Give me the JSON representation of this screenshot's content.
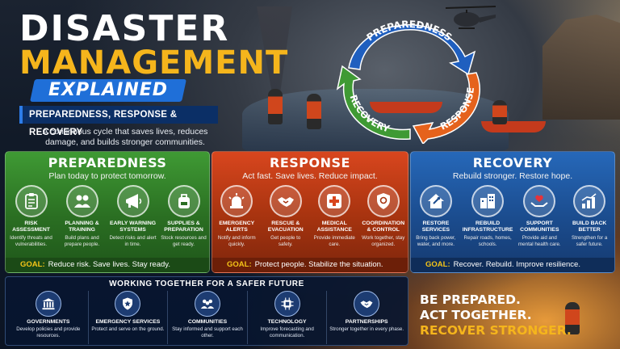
{
  "title": {
    "line1": "DISASTER",
    "line2": "MANAGEMENT",
    "badge": "EXPLAINED",
    "subtitle": "PREPAREDNESS, RESPONSE & RECOVERY",
    "tagline": "A continuous cycle that saves lives, reduces damage, and builds stronger communities."
  },
  "cycle": {
    "preparedness": "PREPAREDNESS",
    "response": "RESPONSE",
    "recovery": "RECOVERY",
    "colors": {
      "preparedness": "#1f5fbf",
      "response": "#e5621c",
      "recovery": "#3f9a34"
    }
  },
  "panels": [
    {
      "id": "preparedness",
      "heading": "PREPAREDNESS",
      "sub": "Plan today to protect tomorrow.",
      "color": "#3f9a34",
      "items": [
        {
          "label": "RISK ASSESSMENT",
          "desc": "Identify threats and vulnerabilities.",
          "icon": "clipboard-icon"
        },
        {
          "label": "PLANNING & TRAINING",
          "desc": "Build plans and prepare people.",
          "icon": "people-icon"
        },
        {
          "label": "EARLY WARNING SYSTEMS",
          "desc": "Detect risks and alert in time.",
          "icon": "megaphone-icon"
        },
        {
          "label": "SUPPLIES & PREPARATION",
          "desc": "Stock resources and get ready.",
          "icon": "backpack-icon"
        }
      ],
      "goal_label": "GOAL:",
      "goal": "Reduce risk. Save lives. Stay ready."
    },
    {
      "id": "response",
      "heading": "RESPONSE",
      "sub": "Act fast. Save lives. Reduce impact.",
      "color": "#d8461e",
      "items": [
        {
          "label": "EMERGENCY ALERTS",
          "desc": "Notify and inform quickly.",
          "icon": "siren-icon"
        },
        {
          "label": "RESCUE & EVACUATION",
          "desc": "Get people to safety.",
          "icon": "handshake-icon"
        },
        {
          "label": "MEDICAL ASSISTANCE",
          "desc": "Provide immediate care.",
          "icon": "medical-cross-icon"
        },
        {
          "label": "COORDINATION & CONTROL",
          "desc": "Work together, stay organized.",
          "icon": "shield-icon"
        }
      ],
      "goal_label": "GOAL:",
      "goal": "Protect people. Stabilize the situation."
    },
    {
      "id": "recovery",
      "heading": "RECOVERY",
      "sub": "Rebuild stronger. Restore hope.",
      "color": "#2668b9",
      "items": [
        {
          "label": "RESTORE SERVICES",
          "desc": "Bring back power, water, and more.",
          "icon": "house-wrench-icon"
        },
        {
          "label": "REBUILD INFRASTRUCTURE",
          "desc": "Repair roads, homes, schools.",
          "icon": "buildings-icon"
        },
        {
          "label": "SUPPORT COMMUNITIES",
          "desc": "Provide aid and mental health care.",
          "icon": "heart-hands-icon"
        },
        {
          "label": "BUILD BACK BETTER",
          "desc": "Strengthen for a safer future.",
          "icon": "growth-chart-icon"
        }
      ],
      "goal_label": "GOAL:",
      "goal": "Recover. Rebuild. Improve resilience."
    }
  ],
  "together": {
    "title": "WORKING TOGETHER FOR A SAFER FUTURE",
    "partners": [
      {
        "label": "GOVERNMENTS",
        "desc": "Develop policies and provide resources.",
        "icon": "government-building-icon"
      },
      {
        "label": "EMERGENCY SERVICES",
        "desc": "Protect and serve on the ground.",
        "icon": "badge-icon"
      },
      {
        "label": "COMMUNITIES",
        "desc": "Stay informed and support each other.",
        "icon": "community-icon"
      },
      {
        "label": "TECHNOLOGY",
        "desc": "Improve forecasting and communication.",
        "icon": "chip-icon"
      },
      {
        "label": "PARTNERSHIPS",
        "desc": "Stronger together in every phase.",
        "icon": "handshake-icon"
      }
    ]
  },
  "slogan": {
    "line1": "BE PREPARED.",
    "line2": "ACT TOGETHER.",
    "line3": "RECOVER STRONGER."
  },
  "colors": {
    "accent_yellow": "#f5b51c",
    "title_blue": "#1f6fd8",
    "background": "#0d1626"
  }
}
